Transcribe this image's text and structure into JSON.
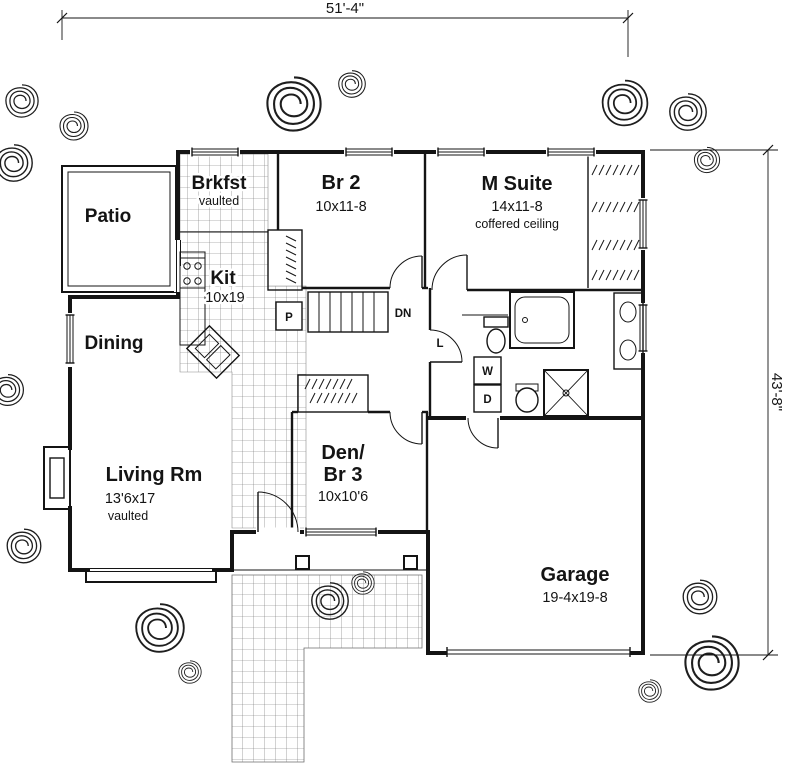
{
  "drawing": {
    "dim_width": "51'-4\"",
    "dim_height": "43'-8\"",
    "rooms": {
      "patio": {
        "name": "Patio"
      },
      "brkfst": {
        "name": "Brkfst",
        "note": "vaulted"
      },
      "br2": {
        "name": "Br 2",
        "dims": "10x11-8"
      },
      "msuite": {
        "name": "M Suite",
        "dims": "14x11-8",
        "note": "coffered ceiling"
      },
      "kit": {
        "name": "Kit",
        "dims": "10x19"
      },
      "dining": {
        "name": "Dining"
      },
      "living": {
        "name": "Living Rm",
        "dims": "13'6x17",
        "note": "vaulted"
      },
      "den": {
        "line1": "Den/",
        "line2": "Br 3",
        "dims": "10x10'6"
      },
      "garage": {
        "name": "Garage",
        "dims": "19-4x19-8"
      }
    },
    "annotations": {
      "pantry": "P",
      "down": "DN",
      "laundry": "L",
      "washer": "W",
      "dryer": "D"
    }
  }
}
